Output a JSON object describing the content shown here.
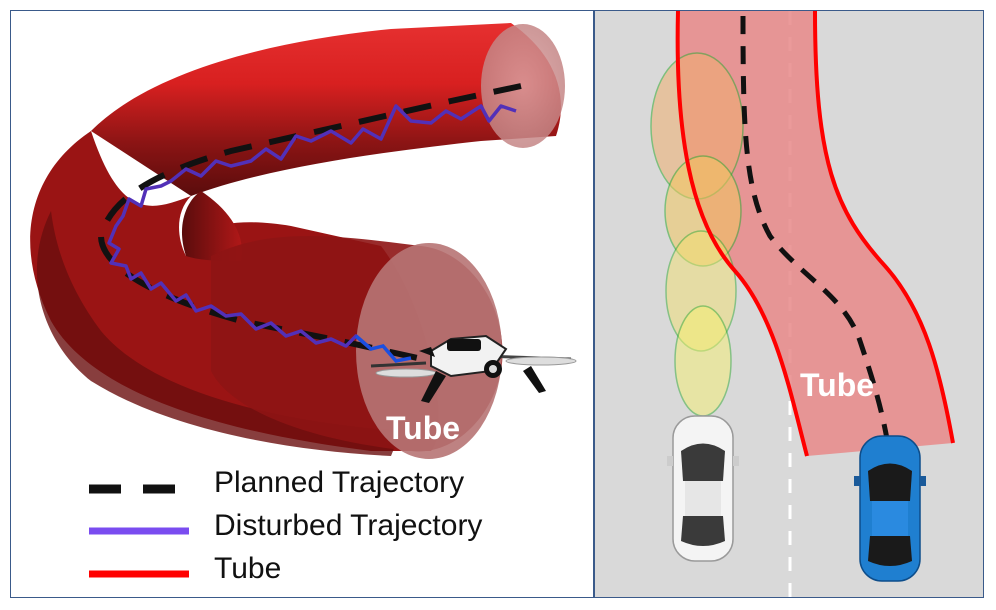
{
  "left_panel": {
    "tube_label": "Tube",
    "legend": [
      {
        "label": "Planned Trajectory",
        "color": "#111111",
        "style": "dashed"
      },
      {
        "label": "Disturbed Trajectory",
        "color": "#7a4cf0",
        "style": "solid"
      },
      {
        "label": "Tube",
        "color": "#ff0000",
        "style": "solid"
      }
    ]
  },
  "right_panel": {
    "tube_label": "Tube"
  },
  "colors": {
    "tube_dark": "#7a1010",
    "tube_bright": "#e82020",
    "planned": "#111111",
    "disturbed": "#6a3ad8",
    "tube_line": "#ff0000",
    "road": "#d9d9d9",
    "frame": "#3a5a8a"
  }
}
